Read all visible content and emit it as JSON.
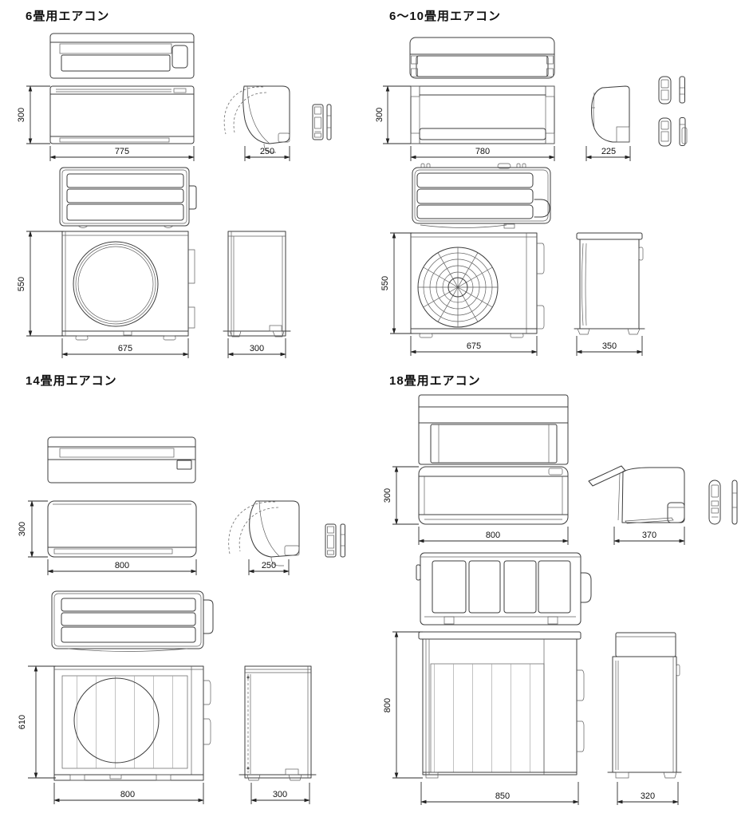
{
  "diagram": {
    "kind": "air-conditioner-dimension-drawing",
    "background": "#ffffff",
    "line_color": "#3c3c3c",
    "dimension_color": "#2b2b2b",
    "unit_of_measure": "mm"
  },
  "units": [
    {
      "title": "6畳用エアコン",
      "indoor": {
        "width": "775",
        "height": "300",
        "depth": "250"
      },
      "outdoor": {
        "width": "675",
        "height": "550",
        "depth": "300"
      }
    },
    {
      "title": "6～10畳用エアコン",
      "indoor": {
        "width": "780",
        "height": "300",
        "depth": "225"
      },
      "outdoor": {
        "width": "675",
        "height": "550",
        "depth": "350"
      }
    },
    {
      "title": "14畳用エアコン",
      "indoor": {
        "width": "800",
        "height": "300",
        "depth": "250"
      },
      "outdoor": {
        "width": "800",
        "height": "610",
        "depth": "300"
      }
    },
    {
      "title": "18畳用エアコン",
      "indoor": {
        "width": "800",
        "height": "300",
        "depth": "370"
      },
      "outdoor": {
        "width": "850",
        "height": "800",
        "depth": "320"
      }
    }
  ]
}
